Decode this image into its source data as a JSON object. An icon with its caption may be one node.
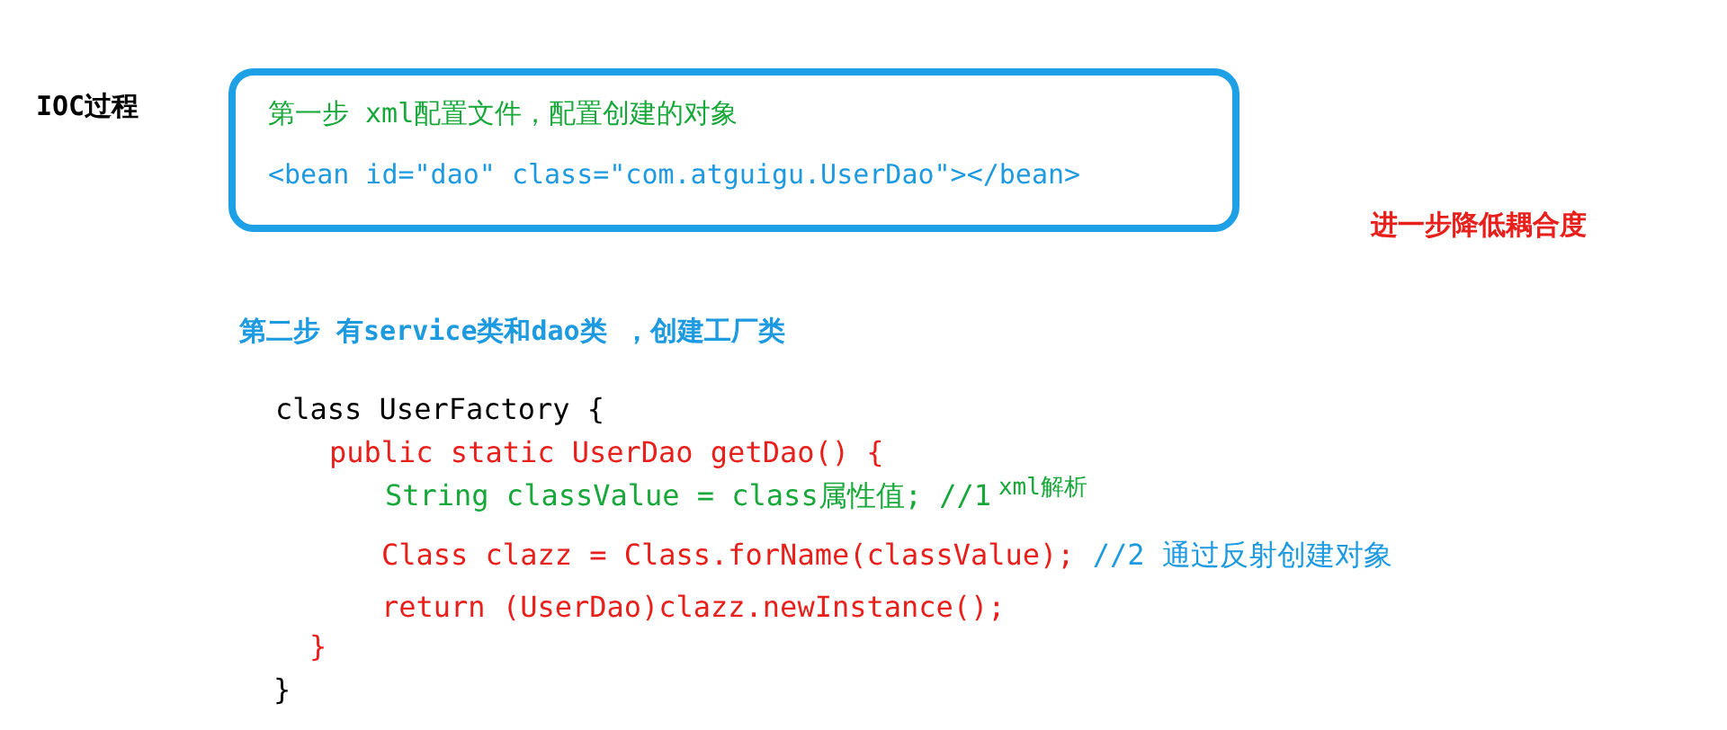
{
  "diagram": {
    "nodes": [
      {
        "text": [
          "第一步 xml配置文件，配置创建的对象",
          "<bean id=\"dao\" class=\"com.atguigu.UserDao\"></bean>"
        ]
      }
    ],
    "labels": [
      "IOC过程",
      "进一步降低耦合度",
      "第二步 有service类和dao类 ，创建工厂类",
      "class UserFactory {",
      "public static UserDao getDao() {",
      "String classValue = class属性值; //1",
      "xml解析",
      "Class clazz = Class.forName(classValue);",
      "//2 通过反射创建对象",
      "return (UserDao)clazz.newInstance();",
      "}",
      "}"
    ]
  }
}
